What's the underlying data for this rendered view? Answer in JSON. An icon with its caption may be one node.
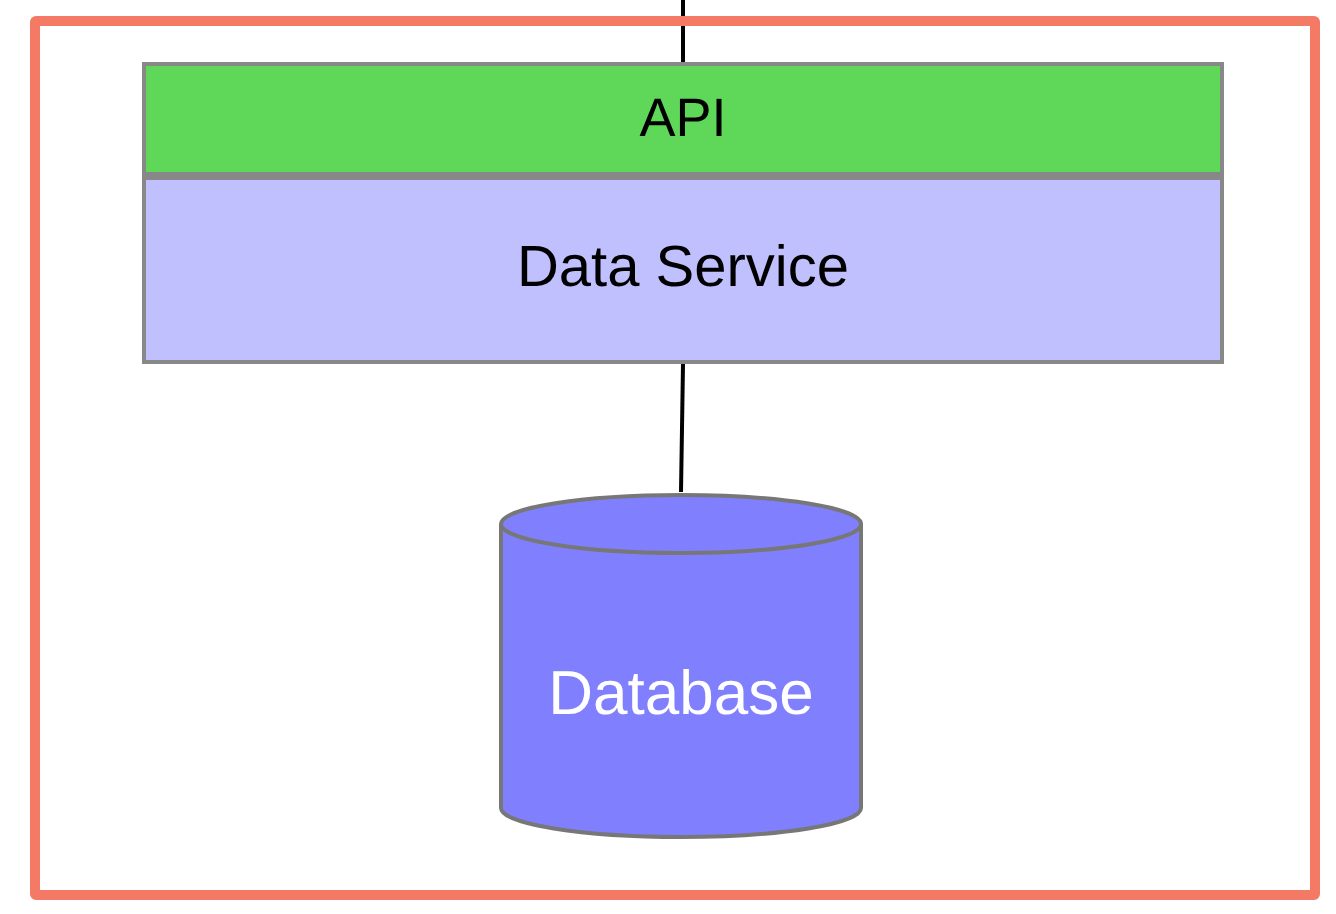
{
  "diagram": {
    "nodes": [
      {
        "text": [],
        "shape": "box"
      },
      {
        "text": [
          "API"
        ],
        "in": 0
      },
      {
        "text": [
          "Data Service"
        ],
        "in": 0
      },
      {
        "text": [
          "Database"
        ],
        "in": 0
      }
    ],
    "edges": [
      {
        "from": null,
        "to": 1,
        "arrow": "none"
      },
      {
        "from": 2,
        "to": 3,
        "arrow": "none"
      }
    ]
  }
}
